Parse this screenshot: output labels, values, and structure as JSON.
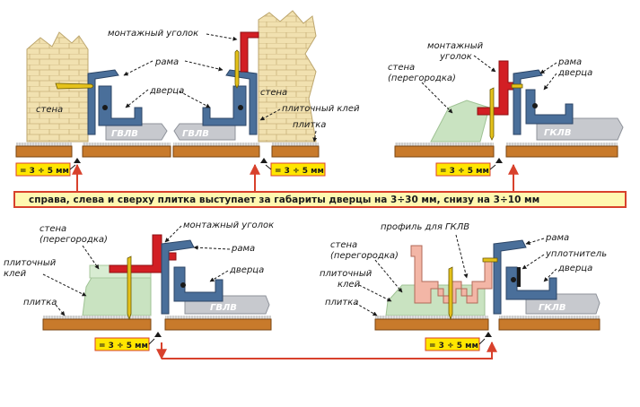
{
  "colors": {
    "tile_base": "#c87a2b",
    "tile_top": "#e3e3e3",
    "frame": "#4a6f9a",
    "door": "#c7c9ce",
    "glue": "#c9e3c1",
    "wall": "#f1e1b0",
    "corner": "#d21f24",
    "screw": "#e5c21b",
    "profile": "#f3b6a6",
    "gap_box": "#ffe600",
    "arrow": "#d8412c"
  },
  "banner": {
    "text": "справа, слева и сверху плитка выступает за габариты дверцы на 3÷30 мм, снизу на 3÷10 мм"
  },
  "panel_top_left": {
    "wall": "стена",
    "wall_right": "стена",
    "corner": "монтажный уголок",
    "frame": "рама",
    "door": "дверца",
    "glue": "плиточный клей",
    "tile": "плитка",
    "board_left": "ГВЛВ",
    "board_right": "ГВЛВ",
    "gap_left": "= 3 ÷ 5 мм",
    "gap_right": "= 3 ÷ 5 мм"
  },
  "panel_top_right": {
    "wall_line1": "стена",
    "wall_line2": "(перегородка)",
    "corner_line1": "монтажный",
    "corner_line2": "уголок",
    "frame_line1": "рама",
    "frame_line2": "дверца",
    "board": "ГКЛВ",
    "gap": "= 3 ÷ 5 мм"
  },
  "panel_bottom_left": {
    "wall_line1": "стена",
    "wall_line2": "(перегородка)",
    "glue_line1": "плиточный",
    "glue_line2": "клей",
    "tile": "плитка",
    "corner": "монтажный уголок",
    "frame": "рама",
    "door": "дверца",
    "board": "ГВЛВ",
    "gap": "= 3 ÷ 5 мм"
  },
  "panel_bottom_right": {
    "profile": "профиль для ГКЛВ",
    "wall_line1": "стена",
    "wall_line2": "(перегородка)",
    "glue_line1": "плиточный",
    "glue_line2": "клей",
    "tile": "плитка",
    "frame": "рама",
    "seal": "уплотнитель",
    "door": "дверца",
    "board": "ГКЛВ",
    "gap": "= 3 ÷ 5 мм"
  }
}
